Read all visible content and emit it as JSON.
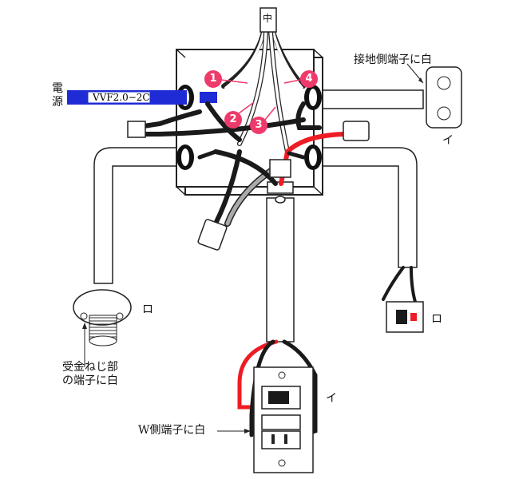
{
  "colors": {
    "red_wire": "#ee1c24",
    "black_wire": "#1a1a1a",
    "white_wire": "#cfcfcf",
    "gray_wire": "#9a9a9a",
    "vvf_blue": "#1f2bd4",
    "badge_pink": "#ef3a6c",
    "outline": "#222222"
  },
  "labels": {
    "source_vertical": "電源",
    "source_cable": "VVF2.0−2C",
    "ground_terminal": "接地側端子に白",
    "receptacle_label": "イ",
    "lamp_label": "ロ",
    "switch_label": "ロ",
    "lamp_screw_terminal_line1": "受金ねじ部",
    "lamp_screw_terminal_line2": "の端子に白",
    "w_terminal": "W側端子に白",
    "combo_label": "イ",
    "top_connector": "中"
  },
  "badges": [
    "1",
    "2",
    "3",
    "4"
  ],
  "icons": [
    "ceiling-rosette-icon",
    "lamp-receptacle-icon",
    "pilot-switch-icon",
    "combination-switch-outlet-icon",
    "wire-connector-icon",
    "ring-sleeve-icon"
  ]
}
